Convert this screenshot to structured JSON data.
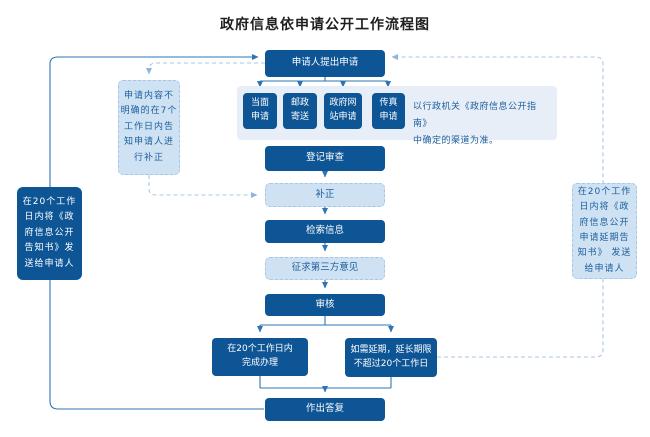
{
  "title": "政府信息依申请公开工作流程图",
  "colors": {
    "dark_box": "#0e5596",
    "light_box_fill": "#cfe2f4",
    "light_box_border": "#a5c6e8",
    "light_box_text": "#1b5e9b",
    "panel_bg": "#e8eef7",
    "solid_line": "#2e75b6",
    "dashed_line": "#a9c7e5"
  },
  "nodes": {
    "apply": "申请人提出申请",
    "channel_in_person": "当面\n申请",
    "channel_mail": "邮政\n寄送",
    "channel_website": "政府网\n站申请",
    "channel_fax": "传真\n申请",
    "channel_note": "以行政机关《政府信息公开指南》\n中确定的渠道为准。",
    "register": "登记审查",
    "correction": "补正",
    "search": "检索信息",
    "third_party": "征求第三方意见",
    "review": "审核",
    "within_20_days": "在20个工作日内\n完成办理",
    "delay": "如需延期，延长期限\n不超过20个工作日",
    "reply": "作出答复",
    "left_note": "申请内容不\n明确的在7个\n工作日内告\n知申请人进\n行补正",
    "left_notice": "在20个工作\n日内将《政\n府信息公开\n告知书》发\n送给申请人",
    "right_notice": "在20个工作\n日内将《政\n府信息公开\n申请延期告\n知书》 发送\n给申请人"
  }
}
